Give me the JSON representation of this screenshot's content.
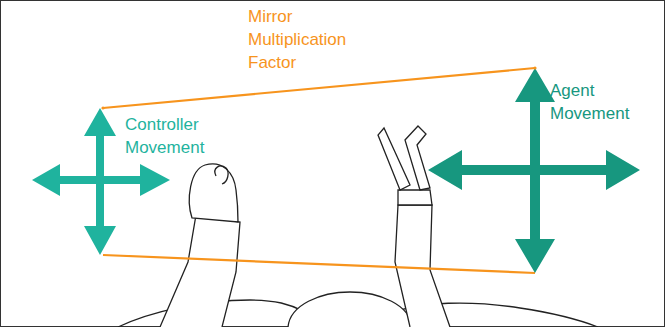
{
  "diagram": {
    "labels": [
      "Mirror Multiplication Factor",
      "Controller Movement",
      "Agent Movement"
    ]
  }
}
